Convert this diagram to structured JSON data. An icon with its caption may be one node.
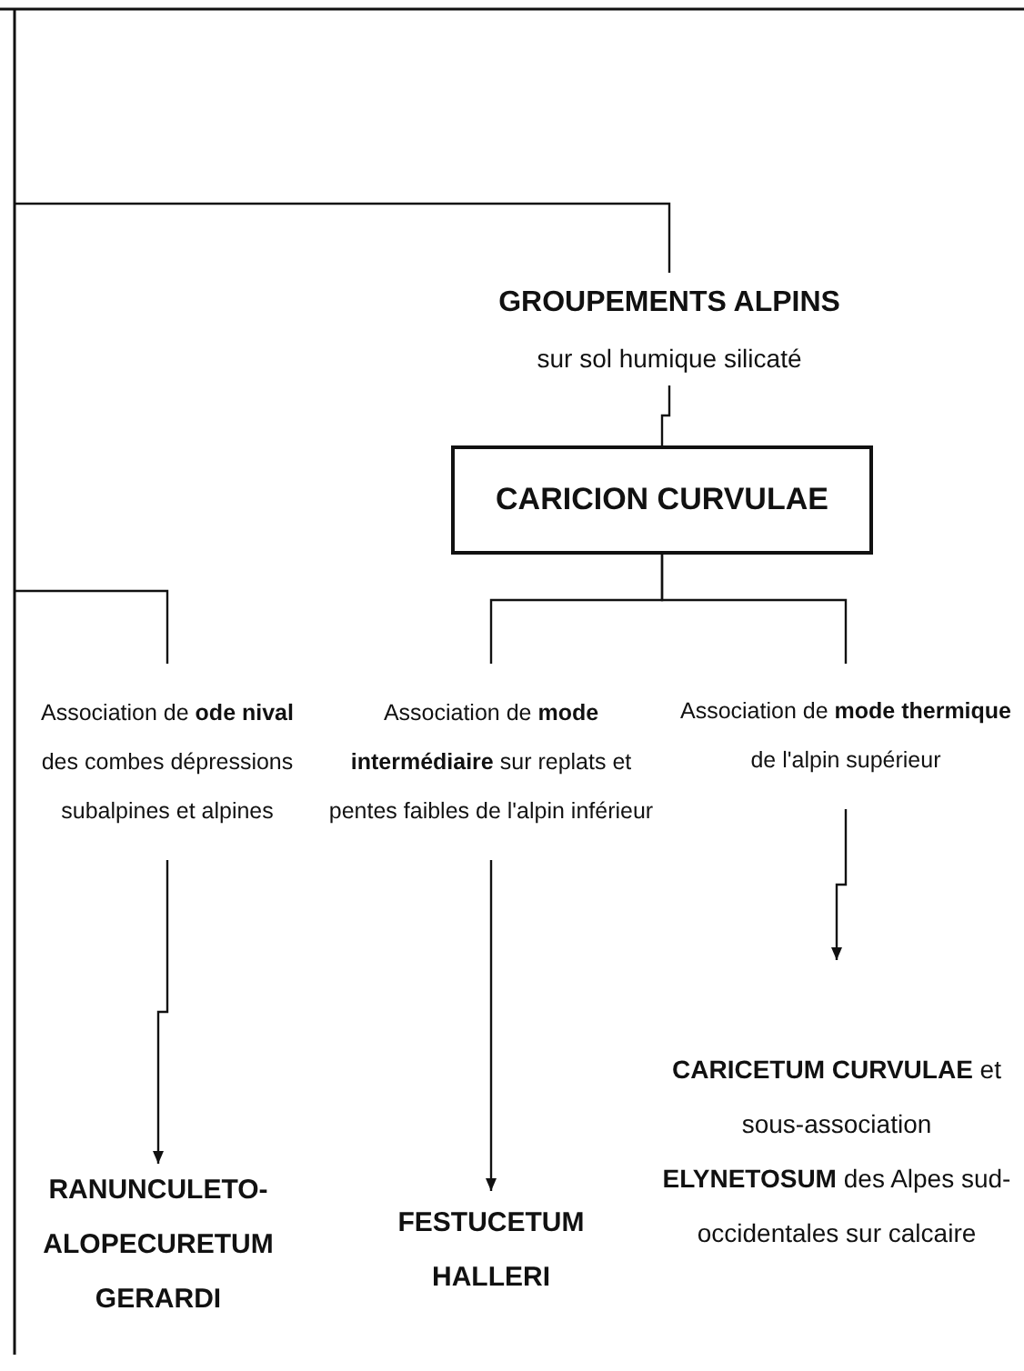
{
  "diagram": {
    "nodes": [
      {
        "text": [
          "GROUPEMENTS ALPINS",
          "sur sol humique silicaté"
        ]
      },
      {
        "text": [
          "CARICION CURVULAE"
        ]
      },
      {
        "text": [
          "Association de **ode nival** des combes dépressions subalpines et alpines"
        ]
      },
      {
        "text": [
          "Association de **mode intermédiaire** sur replats et pentes faibles de l'alpin inférieur"
        ]
      },
      {
        "text": [
          "Association de **mode thermique** de l'alpin supérieur"
        ]
      },
      {
        "text": [
          "RANUNCULETO-ALOPECURETUM GERARDI"
        ]
      },
      {
        "text": [
          "FESTUCETUM HALLERI"
        ]
      },
      {
        "text": [
          "**CARICETUM CURVULAE** et sous-association **ELYNETOSUM** des Alpes sud-occidentales sur calcaire"
        ]
      }
    ],
    "edges": [
      {
        "from": null,
        "to": 0,
        "arrow": "none"
      },
      {
        "from": 0,
        "to": 1,
        "arrow": "none"
      },
      {
        "from": null,
        "to": 2,
        "arrow": "none"
      },
      {
        "from": 1,
        "to": 3,
        "arrow": "none"
      },
      {
        "from": 1,
        "to": 4,
        "arrow": "none"
      },
      {
        "from": 2,
        "to": 5,
        "arrow": "to"
      },
      {
        "from": 3,
        "to": 6,
        "arrow": "to"
      },
      {
        "from": 4,
        "to": 7,
        "arrow": "to"
      }
    ]
  }
}
